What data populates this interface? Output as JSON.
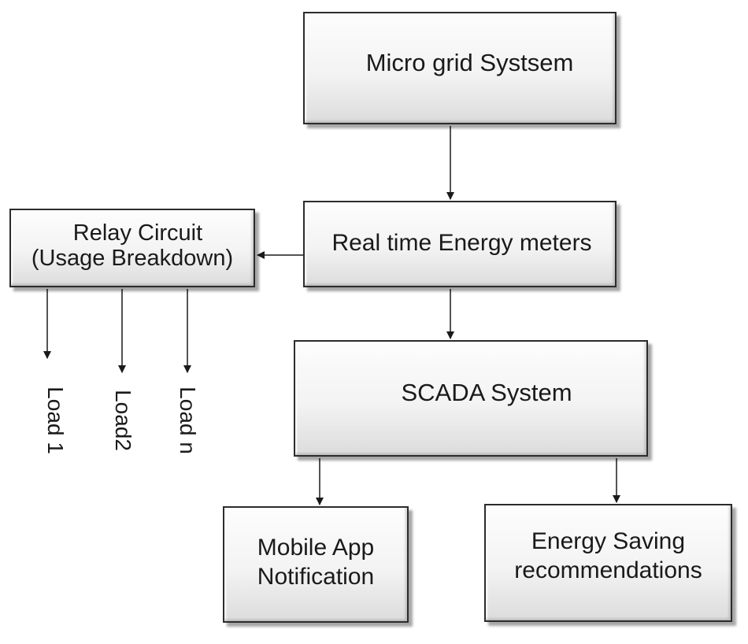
{
  "nodes": {
    "micro_grid": "Micro grid Systsem",
    "energy_meters": "Real time Energy meters",
    "relay": [
      "Relay Circuit",
      "(Usage Breakdown)"
    ],
    "scada": "SCADA System",
    "mobile_app": [
      "Mobile App",
      "Notification"
    ],
    "energy_saving": [
      "Energy Saving",
      "recommendations"
    ]
  },
  "loads": [
    "Load 1",
    "Load2",
    "Load n"
  ],
  "edges": [
    {
      "from": "Micro grid Systsem",
      "to": "Real time Energy meters"
    },
    {
      "from": "Real time Energy meters",
      "to": "Relay Circuit (Usage Breakdown)"
    },
    {
      "from": "Real time Energy meters",
      "to": "SCADA System"
    },
    {
      "from": "Relay Circuit (Usage Breakdown)",
      "to": "Load 1"
    },
    {
      "from": "Relay Circuit (Usage Breakdown)",
      "to": "Load2"
    },
    {
      "from": "Relay Circuit (Usage Breakdown)",
      "to": "Load n"
    },
    {
      "from": "SCADA System",
      "to": "Mobile App Notification"
    },
    {
      "from": "SCADA System",
      "to": "Energy Saving recommendations"
    }
  ]
}
